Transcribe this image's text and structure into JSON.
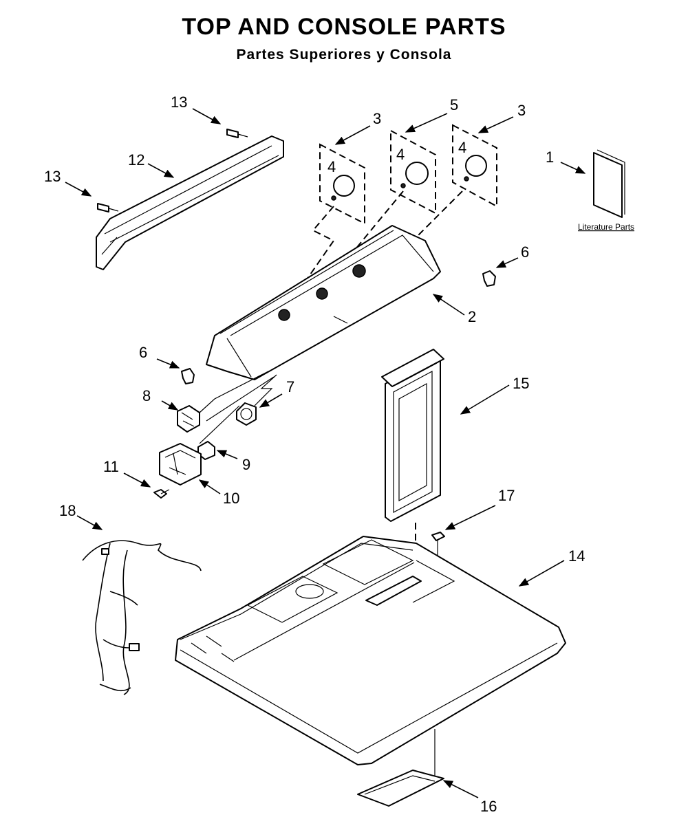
{
  "header": {
    "title": "TOP AND CONSOLE PARTS",
    "subtitle": "Partes Superiores y Consola"
  },
  "labels": {
    "literature": "Literature Parts"
  },
  "callouts": [
    "1",
    "2",
    "3",
    "3",
    "4",
    "4",
    "4",
    "5",
    "6",
    "6",
    "7",
    "8",
    "9",
    "10",
    "11",
    "12",
    "13",
    "13",
    "14",
    "15",
    "16",
    "17",
    "18"
  ]
}
